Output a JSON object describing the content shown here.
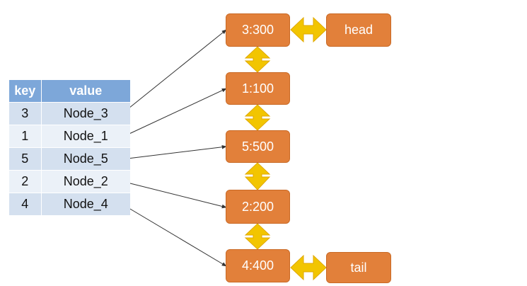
{
  "table": {
    "headers": {
      "key": "key",
      "value": "value"
    },
    "rows": [
      {
        "key": "3",
        "value": "Node_3"
      },
      {
        "key": "1",
        "value": "Node_1"
      },
      {
        "key": "5",
        "value": "Node_5"
      },
      {
        "key": "2",
        "value": "Node_2"
      },
      {
        "key": "4",
        "value": "Node_4"
      }
    ]
  },
  "list": {
    "nodes": [
      "3:300",
      "1:100",
      "5:500",
      "2:200",
      "4:400"
    ],
    "head_label": "head",
    "tail_label": "tail"
  },
  "colors": {
    "node_fill": "#e2803a",
    "arrow_fill": "#f2c500",
    "table_header": "#7da7d9",
    "row_dark": "#d4e0ef",
    "row_light": "#ebf1f8"
  }
}
